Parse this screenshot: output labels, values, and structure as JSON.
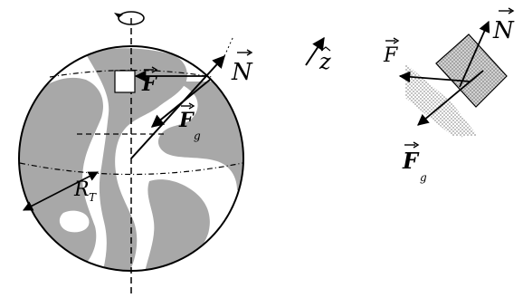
{
  "labels": {
    "N_main": "N",
    "F_main": "F",
    "Fg_main": "F",
    "Fg_main_sub": "g",
    "R_main": "R",
    "R_main_sub": "T",
    "z_dir": "z",
    "F_box": "F",
    "N_box": "N",
    "Fg_box": "F",
    "Fg_box_sub": "g"
  },
  "colors": {
    "land": "#a8a8a8",
    "ocean": "#ffffff",
    "outline": "#000000",
    "shade": "#bcbcbc"
  },
  "icons": {
    "rotation": "rotation-arrow-icon",
    "vector_arrow": "vector-arrow-icon"
  }
}
